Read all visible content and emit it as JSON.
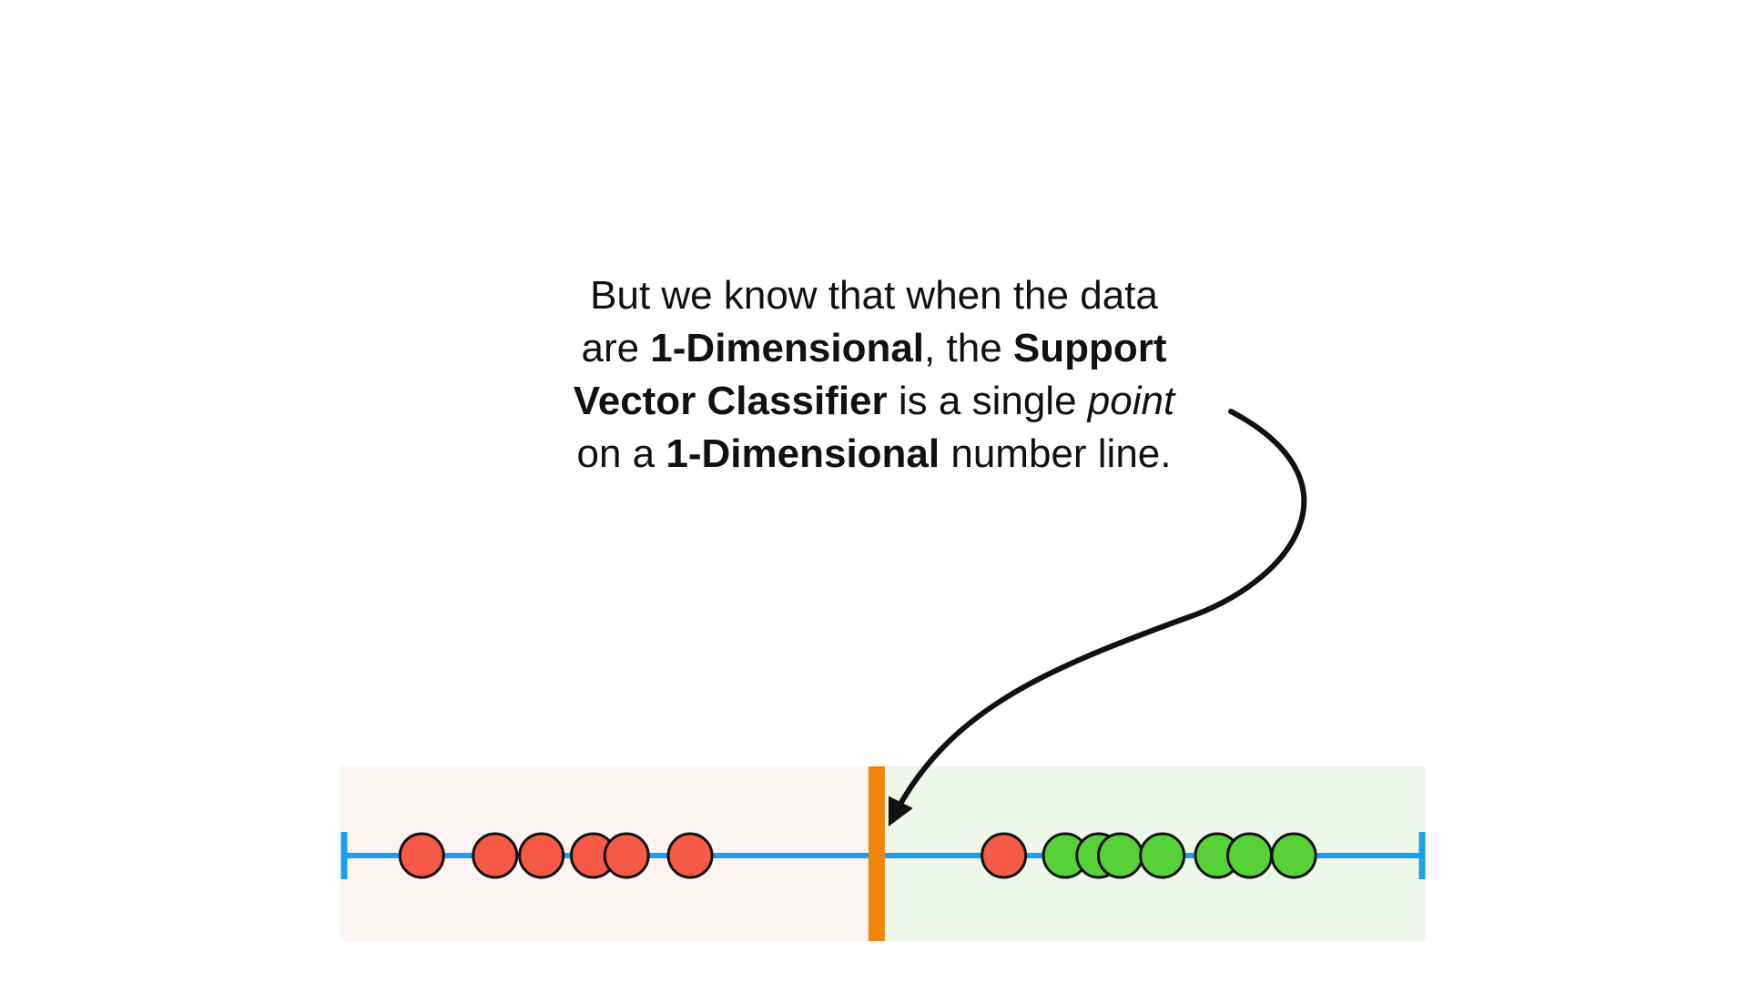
{
  "caption": {
    "line1": "But we know that when the data",
    "line2_pre": "are ",
    "line2_bold": "1-Dimensional",
    "line2_mid": ", the ",
    "line2_bold2": "Support",
    "line3_bold": "Vector Classifier",
    "line3_mid": " is a single ",
    "line3_italic": "point",
    "line4_pre": "on a ",
    "line4_bold": "1-Dimensional",
    "line4_post": " number line."
  },
  "number_line": {
    "color": "#1aa0ee",
    "range": [
      0,
      1
    ]
  },
  "classifier": {
    "position": 0.494,
    "color": "#f0850c"
  },
  "regions": {
    "left_color": "#fdf4f3",
    "right_color": "#edf8e8"
  },
  "points": {
    "red_color": "#f45a45",
    "green_color": "#58d138",
    "red": [
      0.072,
      0.14,
      0.183,
      0.231,
      0.262,
      0.321,
      0.612
    ],
    "green": [
      0.669,
      0.7,
      0.72,
      0.759,
      0.81,
      0.84,
      0.881
    ]
  },
  "arrow": {
    "color": "#111111"
  }
}
